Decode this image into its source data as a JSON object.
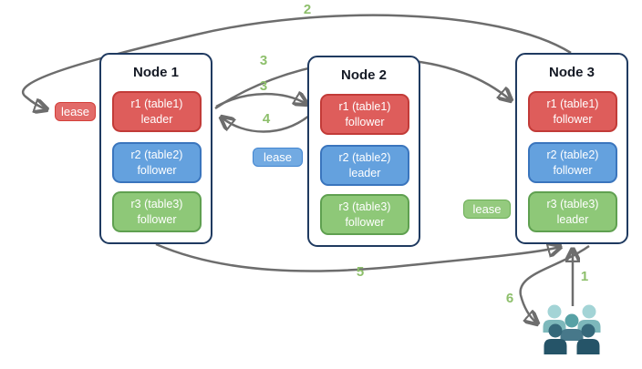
{
  "nodes": [
    {
      "title": "Node 1",
      "ranges": [
        {
          "name": "r1 (table1)",
          "role": "leader",
          "color": "red"
        },
        {
          "name": "r2 (table2)",
          "role": "follower",
          "color": "blue"
        },
        {
          "name": "r3 (table3)",
          "role": "follower",
          "color": "green"
        }
      ]
    },
    {
      "title": "Node 2",
      "ranges": [
        {
          "name": "r1 (table1)",
          "role": "follower",
          "color": "red"
        },
        {
          "name": "r2 (table2)",
          "role": "leader",
          "color": "blue"
        },
        {
          "name": "r3 (table3)",
          "role": "follower",
          "color": "green"
        }
      ]
    },
    {
      "title": "Node 3",
      "ranges": [
        {
          "name": "r1 (table1)",
          "role": "follower",
          "color": "red"
        },
        {
          "name": "r2 (table2)",
          "role": "follower",
          "color": "blue"
        },
        {
          "name": "r3 (table3)",
          "role": "leader",
          "color": "green"
        }
      ]
    }
  ],
  "leases": [
    {
      "label": "lease",
      "color": "red"
    },
    {
      "label": "lease",
      "color": "blue"
    },
    {
      "label": "lease",
      "color": "green"
    }
  ],
  "steps": {
    "s1": "1",
    "s2": "2",
    "s3a": "3",
    "s3b": "3",
    "s4": "4",
    "s5": "5",
    "s6": "6"
  },
  "icons": {
    "users": "users-group-icon"
  },
  "colors": {
    "node_border": "#1f3a60",
    "range_red_fill": "#de5d5b",
    "range_red_border": "#c23b38",
    "range_blue_fill": "#64a1de",
    "range_blue_border": "#3a75bd",
    "range_green_fill": "#8ec878",
    "range_green_border": "#5fa050",
    "step_label_green": "#8dbf6b",
    "arrow_gray": "#6d6d6d",
    "users_light_teal": "#a3d4d6",
    "users_dark_slate": "#255468"
  }
}
